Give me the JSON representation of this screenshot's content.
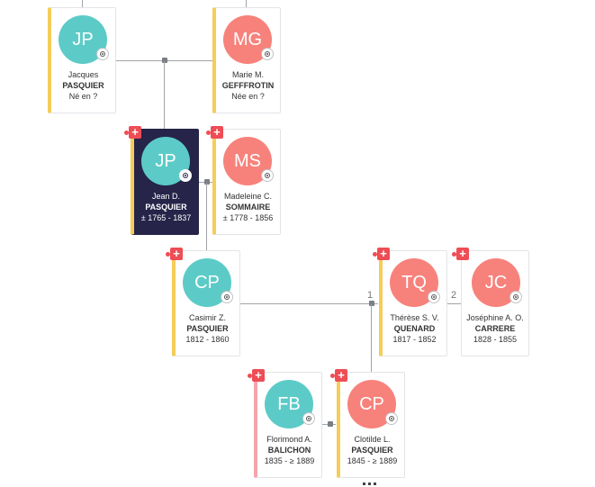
{
  "people": {
    "jacques": {
      "initials": "JP",
      "given": "Jacques",
      "surname": "PASQUIER",
      "dates": "Né en ?"
    },
    "marie": {
      "initials": "MG",
      "given": "Marie M.",
      "surname": "GEFFFROTIN",
      "dates": "Née en ?"
    },
    "jean": {
      "initials": "JP",
      "given": "Jean D.",
      "surname": "PASQUIER",
      "dates": "± 1765 - 1837"
    },
    "madeleine": {
      "initials": "MS",
      "given": "Madeleine C.",
      "surname": "SOMMAIRE",
      "dates": "± 1778 - 1856"
    },
    "casimir": {
      "initials": "CP",
      "given": "Casimir Z.",
      "surname": "PASQUIER",
      "dates": "1812 - 1860"
    },
    "therese": {
      "initials": "TQ",
      "given": "Thérèse S. V.",
      "surname": "QUENARD",
      "dates": "1817 - 1852"
    },
    "josephine": {
      "initials": "JC",
      "given": "Joséphine A. O.",
      "surname": "CARRERE",
      "dates": "1828 - 1855"
    },
    "florimond": {
      "initials": "FB",
      "given": "Florimond A.",
      "surname": "BALICHON",
      "dates": "1835 - ≥ 1889"
    },
    "clotilde": {
      "initials": "CP",
      "given": "Clotilde L.",
      "surname": "PASQUIER",
      "dates": "1845 - ≥ 1889"
    }
  },
  "union_numbers": {
    "first": "1",
    "second": "2"
  },
  "icons": {
    "locate": "crosshair-target-icon",
    "add": "add-relative-icon",
    "more": "more-dots-icon"
  },
  "colors": {
    "teal": "#5ccbc7",
    "salmon": "#f7827b",
    "selected_bg": "#262449",
    "male_bar": "#f5cd59",
    "female_bar": "#f4a4ab",
    "add_badge": "#ee4d55"
  }
}
